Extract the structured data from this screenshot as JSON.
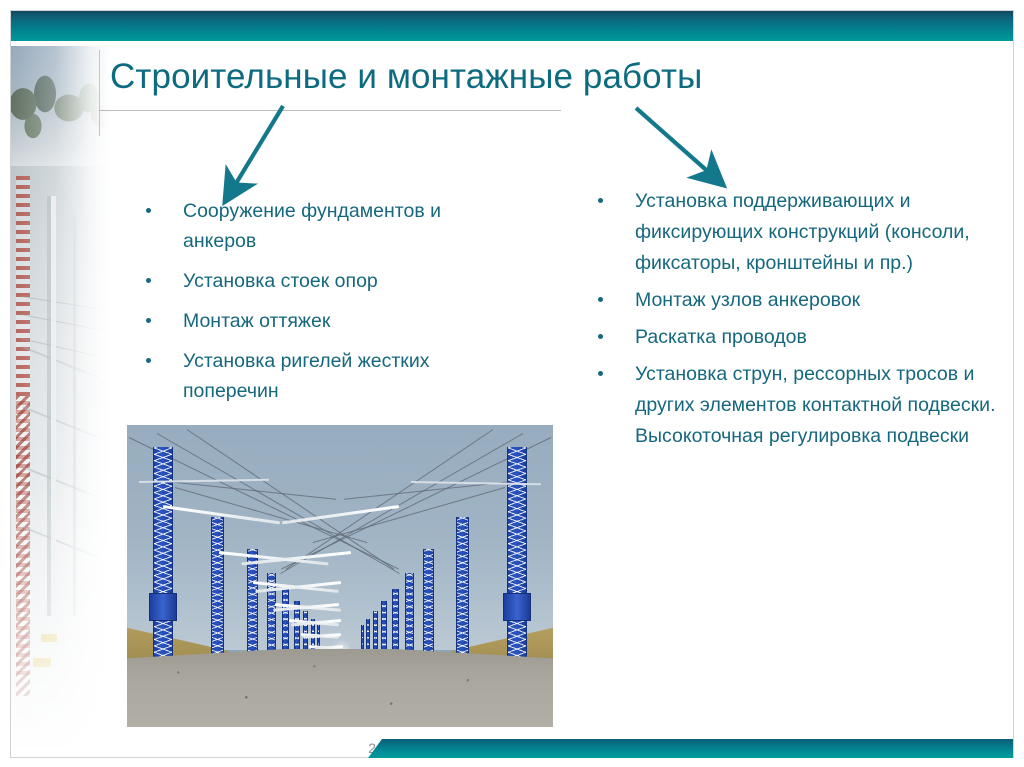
{
  "slide": {
    "title": "Строительные и монтажные работы",
    "page_number": "2",
    "accent_color": "#0d6b80",
    "banner_color_top": "#14465f",
    "banner_color_bottom": "#009a9a",
    "body_text_color": "#15687d"
  },
  "columns": {
    "left": {
      "bullets": [
        "Сооружение фундаментов и анкеров",
        "Установка стоек опор",
        "Монтаж оттяжек",
        "Установка ригелей жестких поперечин"
      ]
    },
    "right": {
      "bullets": [
        "Установка поддерживающих и фиксирующих конструкций (консоли, фиксаторы, кронштейны и пр.)",
        "Монтаж узлов анкеровок",
        "Раскатка проводов",
        "Установка струн, рессорных тросов и других элементов контактной подвески. Высокоточная регулировка подвески"
      ]
    }
  },
  "arrows": [
    {
      "name": "arrow-to-left-column",
      "direction": "down-left"
    },
    {
      "name": "arrow-to-right-column",
      "direction": "down-right"
    }
  ],
  "images": {
    "main_photo": {
      "caption": "Railway track with blue lattice catenary masts receding to the horizon",
      "alt": "Электрифицированная железнодорожная линия с опорами контактной сети"
    },
    "side_strip": {
      "caption": "Faded photo strip of a railway catenary structure",
      "alt": "Опора контактной сети"
    }
  }
}
